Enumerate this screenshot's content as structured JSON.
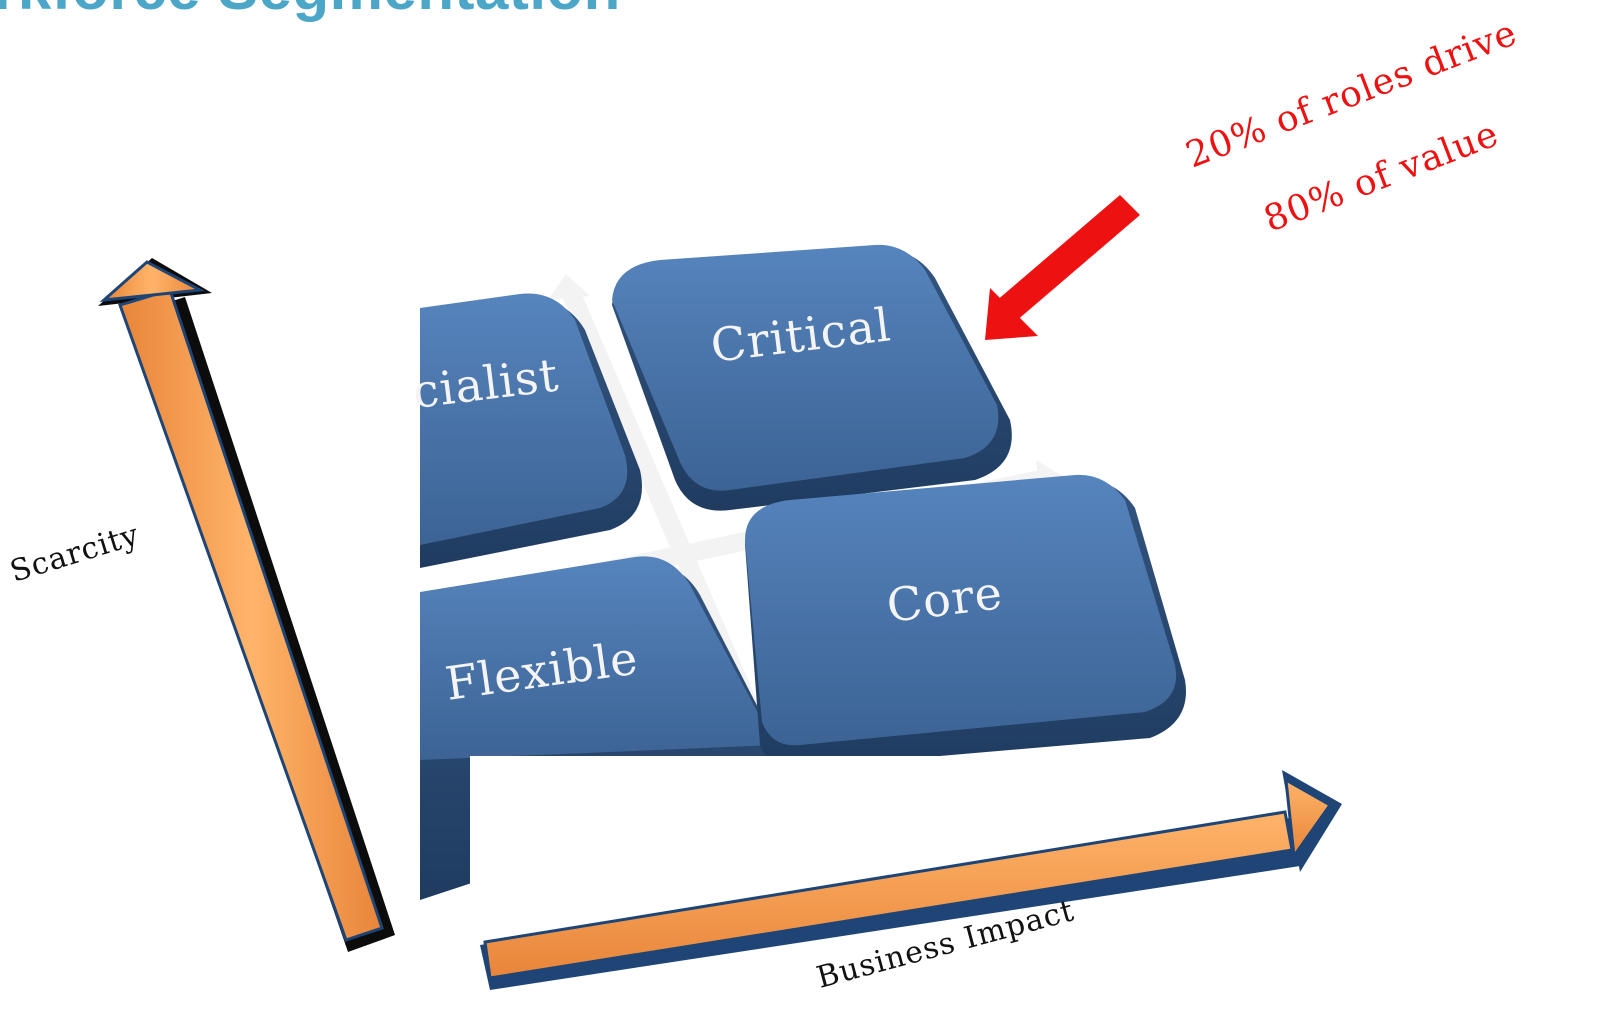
{
  "header": {
    "title": "rkforce Segmentation"
  },
  "matrix": {
    "tiles": [
      {
        "id": "specialist",
        "label": "cialist"
      },
      {
        "id": "critical",
        "label": "Critical"
      },
      {
        "id": "flexible",
        "label": "Flexible"
      },
      {
        "id": "core",
        "label": "Core"
      }
    ]
  },
  "axes": {
    "vertical_label": "Scarcity",
    "horizontal_label": "Business Impact"
  },
  "callout": {
    "line1": "20% of roles drive",
    "line2": "80% of value"
  },
  "colors": {
    "title": "#4ba6c8",
    "tile_fill": "#3e6496",
    "tile_top": "#4e7ab4",
    "arrow_fill": "#f7a255",
    "arrow_shadow": "#1e4576",
    "callout_arrow": "#ee1111"
  }
}
